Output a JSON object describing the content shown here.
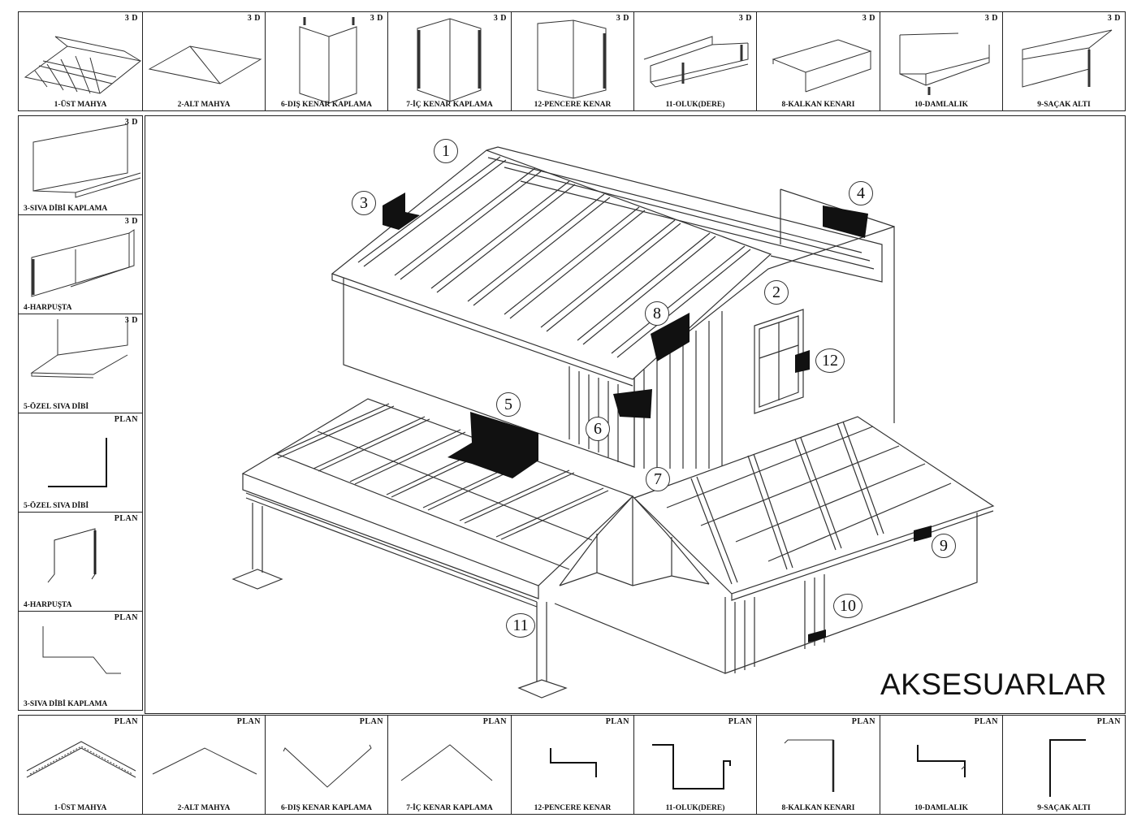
{
  "top_row": [
    {
      "tag": "3 D",
      "label": "1-ÜST MAHYA"
    },
    {
      "tag": "3 D",
      "label": "2-ALT MAHYA"
    },
    {
      "tag": "3 D",
      "label": "6-DIŞ KENAR KAPLAMA"
    },
    {
      "tag": "3 D",
      "label": "7-İÇ KENAR KAPLAMA"
    },
    {
      "tag": "3 D",
      "label": "12-PENCERE KENAR"
    },
    {
      "tag": "3 D",
      "label": "11-OLUK(DERE)"
    },
    {
      "tag": "3 D",
      "label": "8-KALKAN KENARI"
    },
    {
      "tag": "3 D",
      "label": "10-DAMLALIK"
    },
    {
      "tag": "3 D",
      "label": "9-SAÇAK ALTI"
    }
  ],
  "left_col": [
    {
      "tag": "3 D",
      "label": "3-SIVA DİBİ KAPLAMA"
    },
    {
      "tag": "3 D",
      "label": "4-HARPUŞTA"
    },
    {
      "tag": "3 D",
      "label": "5-ÖZEL SIVA DİBİ"
    },
    {
      "tag": "PLAN",
      "label": "5-ÖZEL SIVA DİBİ"
    },
    {
      "tag": "PLAN",
      "label": "4-HARPUŞTA"
    },
    {
      "tag": "PLAN",
      "label": "3-SIVA DİBİ KAPLAMA"
    }
  ],
  "bottom_row": [
    {
      "tag": "PLAN",
      "label": "1-ÜST MAHYA"
    },
    {
      "tag": "PLAN",
      "label": "2-ALT MAHYA"
    },
    {
      "tag": "PLAN",
      "label": "6-DIŞ KENAR KAPLAMA"
    },
    {
      "tag": "PLAN",
      "label": "7-İÇ KENAR KAPLAMA"
    },
    {
      "tag": "PLAN",
      "label": "12-PENCERE KENAR"
    },
    {
      "tag": "PLAN",
      "label": "11-OLUK(DERE)"
    },
    {
      "tag": "PLAN",
      "label": "8-KALKAN KENARI"
    },
    {
      "tag": "PLAN",
      "label": "10-DAMLALIK"
    },
    {
      "tag": "PLAN",
      "label": "9-SAÇAK ALTI"
    }
  ],
  "main": {
    "title": "AKSESUARLAR",
    "callouts": [
      "1",
      "2",
      "3",
      "4",
      "5",
      "6",
      "7",
      "8",
      "9",
      "10",
      "11",
      "12"
    ]
  }
}
